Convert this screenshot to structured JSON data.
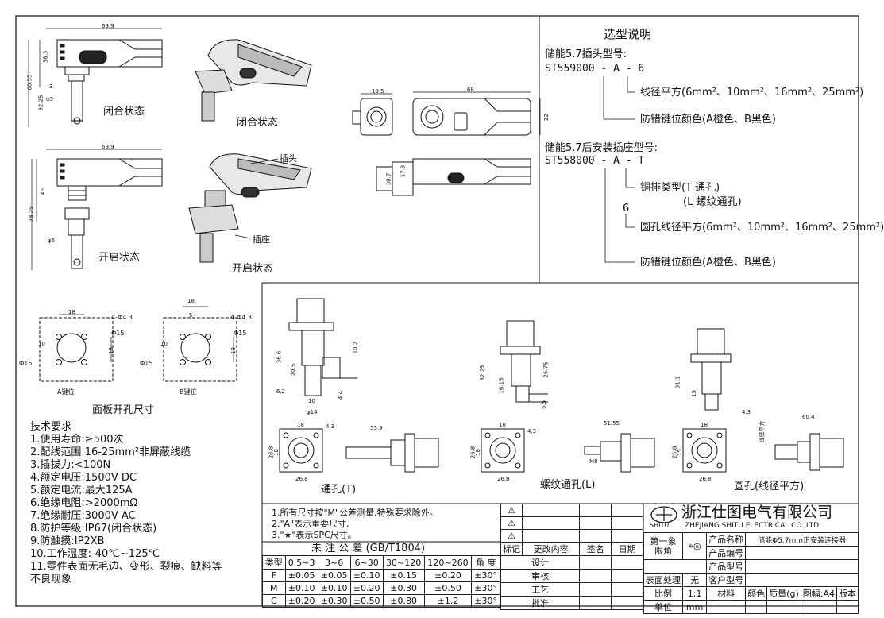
{
  "selection": {
    "title": "选型说明",
    "plug_label": "储能5.7插头型号:",
    "plug_code": "ST559000 - A - 6",
    "plug_wire": "线径平方(6mm²、10mm²、16mm²、25mm²)",
    "plug_color": "防错键位颜色(A橙色、B黑色)",
    "socket_label": "储能5.7后安装插座型号:",
    "socket_code": "ST558000 - A - T",
    "socket_type": "铜排类型(T 通孔)",
    "socket_type2": "(L 螺纹通孔)",
    "socket_6": "6",
    "socket_wire": "圆孔线径平方(6mm²、10mm²、16mm²、25mm²)",
    "socket_color": "防错键位颜色(A橙色、B黑色)"
  },
  "views": {
    "closed1": "闭合状态",
    "closed2": "闭合状态",
    "open1": "开启状态",
    "open2": "开启状态",
    "plug": "插头",
    "socket": "插座",
    "panel_title": "面板开孔尺寸",
    "key_a": "A键位",
    "key_b": "B键位",
    "through": "通孔(T)",
    "thread": "螺纹通孔(L)",
    "round": "圆孔(线径平方)"
  },
  "dims": {
    "d69_9a": "69.9",
    "d69_9b": "69.9",
    "d38_3": "38.3",
    "d60_55": "60.55",
    "d32_25a": "32.25",
    "d3a": "3",
    "d5a": "φ5",
    "d46": "46",
    "d78_25": "78.25",
    "d5b": "φ5",
    "d19_5": "19.5",
    "d68": "68",
    "d22": "22",
    "d38_7": "38.7",
    "d17_3": "17.3",
    "d18a": "18",
    "d10a": "10",
    "d18b": "18",
    "d43a": "4-Φ4.3",
    "d15a": "Φ15",
    "d15b": "Φ15",
    "d18c": "18",
    "d5c": "5",
    "d10b": "10",
    "d18d": "18",
    "d43b": "4-Φ4.3",
    "d15c": "Φ15",
    "d15d": "Φ15",
    "d36_6": "36.6",
    "d20_5": "20.5",
    "d10_2": "10.2",
    "d6_2": "6.2",
    "d10c": "10",
    "d14": "φ14",
    "d4_4": "4.4",
    "d32_25b": "32.25",
    "d16_15": "16.15",
    "d26_75": "26.75",
    "d5_5": "5.5",
    "d31_1": "31.1",
    "d15e": "15",
    "d18e": "18",
    "d4_3a": "4.3",
    "d26_8a": "26.8",
    "d26_8b": "26.8",
    "d55_9": "55.9",
    "d18f": "18",
    "d18g": "18",
    "d4_3b": "4.3",
    "d26_8c": "26.8",
    "d26_8d": "26.8",
    "d51_55": "51.55",
    "d18h": "18",
    "dM8": "M8",
    "d18i": "18",
    "d4_3c": "4.3",
    "d26_8e": "26.8",
    "d26_8f": "26.8",
    "d60_4": "60.4",
    "d15f": "15",
    "dwire": "线径平方"
  },
  "tech": {
    "title": "技术要求",
    "items": [
      "1.使用寿命:≥500次",
      "2.配线范围:16-25mm²非屏蔽线缆",
      "3.插拔力:<100N",
      "4.额定电压:1500V DC",
      "5.额定电流:最大125A",
      "6.绝缘电阻:>2000mΩ",
      "7.绝缘耐压:3000V AC",
      "8.防护等级:IP67(闭合状态)",
      "9.防触摸:IP2XB",
      "10.工作温度:-40℃~125℃",
      "11.零件表面无毛边、变形、裂痕、缺料等",
      "不良现象"
    ]
  },
  "notes": {
    "n1": "1.所有尺寸按\"M\"公差测量,特殊要求除外。",
    "n2": "2.\"A\"表示重要尺寸,",
    "n3": "3.\"★\"表示SPC尺寸。",
    "tol_title": "未 注 公 差 (GB/T1804)"
  },
  "tolerance": {
    "header": [
      "类型",
      "0.5~3",
      "3~6",
      "6~30",
      "30~120",
      "120~260",
      "角 度"
    ],
    "rows": [
      [
        "F",
        "±0.05",
        "±0.05",
        "±0.10",
        "±0.15",
        "±0.20",
        "±30°"
      ],
      [
        "M",
        "±0.10",
        "±0.10",
        "±0.20",
        "±0.30",
        "±0.50",
        "±30°"
      ],
      [
        "C",
        "±0.20",
        "±0.30",
        "±0.50",
        "±0.80",
        "±1.2",
        "±30°"
      ]
    ]
  },
  "revision": {
    "col1": "标记",
    "col2": "更改内容",
    "col3": "签名",
    "col4": "日期",
    "design": "设计",
    "review": "审核",
    "process": "工艺",
    "approve": "批准"
  },
  "company": {
    "logo": "SHITU",
    "name_cn": "浙江仕图电气有限公司",
    "name_en": "ZHEJIANG SHITU ELECTRICAL CO.,LTD."
  },
  "titleblock": {
    "view_label": "第一象\n限角",
    "product_name_label": "产品名称",
    "product_name": "储能Φ5.7mm正安装连接器",
    "product_no_label": "产品编号",
    "product_model_label": "产品型号",
    "customer_model_label": "客户型号",
    "surface_label": "表面处理",
    "surface_value": "无",
    "scale_label": "比例",
    "scale_value": "1:1",
    "material_label": "材料",
    "color_label": "颜色",
    "weight_label": "质量(g)",
    "sheet_label": "图幅:A4",
    "version_label": "版本",
    "unit_label": "单位",
    "unit_value": "mm"
  }
}
